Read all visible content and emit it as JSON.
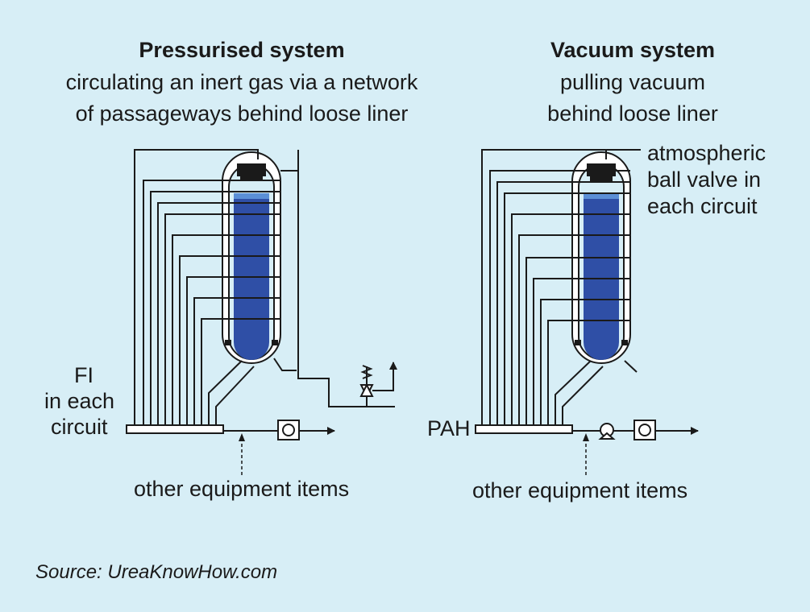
{
  "pressurised": {
    "title": "Pressurised system",
    "line1": "circulating an inert gas via a network",
    "line2": "of passageways behind loose liner",
    "fi_line1": "FI",
    "fi_line2": "in each",
    "fi_line3": "circuit",
    "other_equipment": "other equipment items"
  },
  "vacuum": {
    "title": "Vacuum system",
    "line1": "pulling vacuum",
    "line2": "behind loose liner",
    "valve_line1": "atmospheric",
    "valve_line2": "ball valve in",
    "valve_line3": "each circuit",
    "pah": "PAH",
    "other_equipment": "other equipment items"
  },
  "source": "Source: UreaKnowHow.com",
  "colors": {
    "background": "#d7eef6",
    "liquid": "#2f4fa6",
    "liquid_top": "#5b8fd6",
    "line": "#1a1a1a"
  }
}
